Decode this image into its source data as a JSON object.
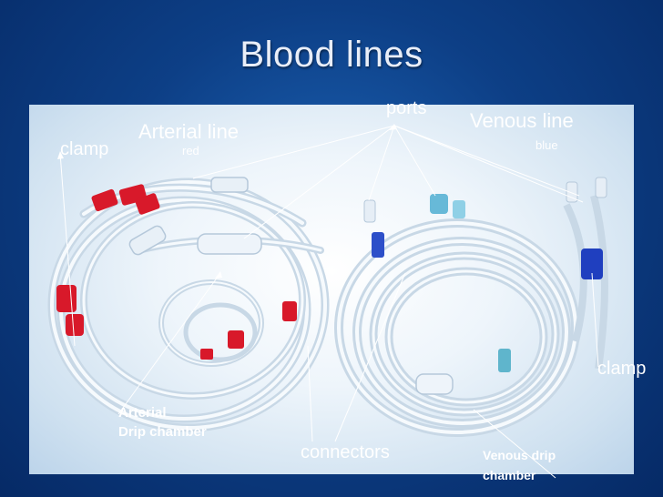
{
  "slide": {
    "title": "Blood lines"
  },
  "labels": {
    "ports": "ports",
    "arterial_line": "Arterial line",
    "arterial_color": "red",
    "venous_line": "Venous line",
    "venous_color": "blue",
    "clamp_left": "clamp",
    "clamp_right": "clamp",
    "arterial_drip_line1": "Arterial",
    "arterial_drip_line2": "Drip chamber",
    "connectors": "connectors",
    "venous_drip_line1": "Venous drip",
    "venous_drip_line2": "chamber"
  },
  "colors": {
    "background": "#0d3f86",
    "label_text": "#ffffff",
    "arterial_clamp": "#d8192a",
    "venous_clamp": "#1f3fbf",
    "tubing": "#dfeaf3"
  }
}
